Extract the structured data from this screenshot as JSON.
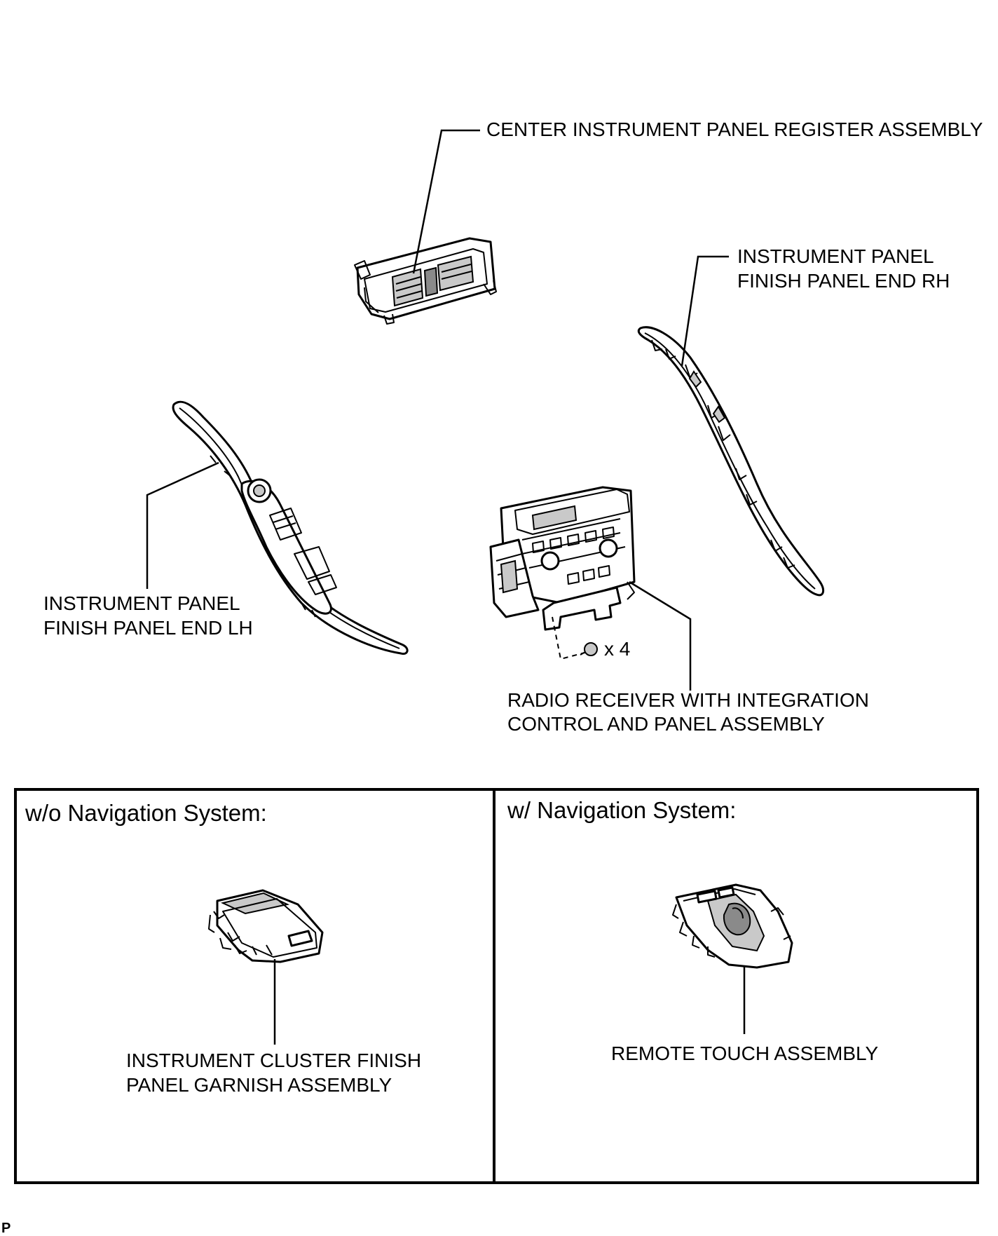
{
  "labels": {
    "center_register": "CENTER INSTRUMENT PANEL REGISTER ASSEMBLY",
    "rh_line1": "INSTRUMENT PANEL",
    "rh_line2": "FINISH PANEL END RH",
    "lh_line1": "INSTRUMENT PANEL",
    "lh_line2": "FINISH PANEL END LH",
    "radio_line1": "RADIO RECEIVER WITH INTEGRATION",
    "radio_line2": "CONTROL AND PANEL ASSEMBLY",
    "screw_qty": "x 4"
  },
  "boxes": {
    "left_title": "w/o Navigation System:",
    "left_label_line1": "INSTRUMENT CLUSTER FINISH",
    "left_label_line2": "PANEL GARNISH ASSEMBLY",
    "right_title": "w/ Navigation System:",
    "right_label": "REMOTE TOUCH ASSEMBLY"
  },
  "corner_mark": "P"
}
